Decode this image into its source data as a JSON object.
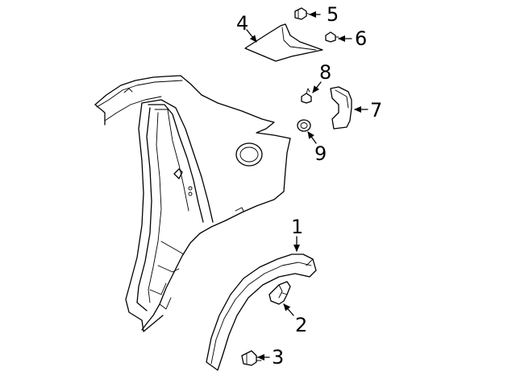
{
  "diagram": {
    "background": "#ffffff",
    "line_color": "#000000",
    "callouts": [
      {
        "id": "c1",
        "label": "1"
      },
      {
        "id": "c2",
        "label": "2"
      },
      {
        "id": "c3",
        "label": "3"
      },
      {
        "id": "c4",
        "label": "4"
      },
      {
        "id": "c5",
        "label": "5"
      },
      {
        "id": "c6",
        "label": "6"
      },
      {
        "id": "c7",
        "label": "7"
      },
      {
        "id": "c8",
        "label": "8"
      },
      {
        "id": "c9",
        "label": "9"
      }
    ]
  }
}
